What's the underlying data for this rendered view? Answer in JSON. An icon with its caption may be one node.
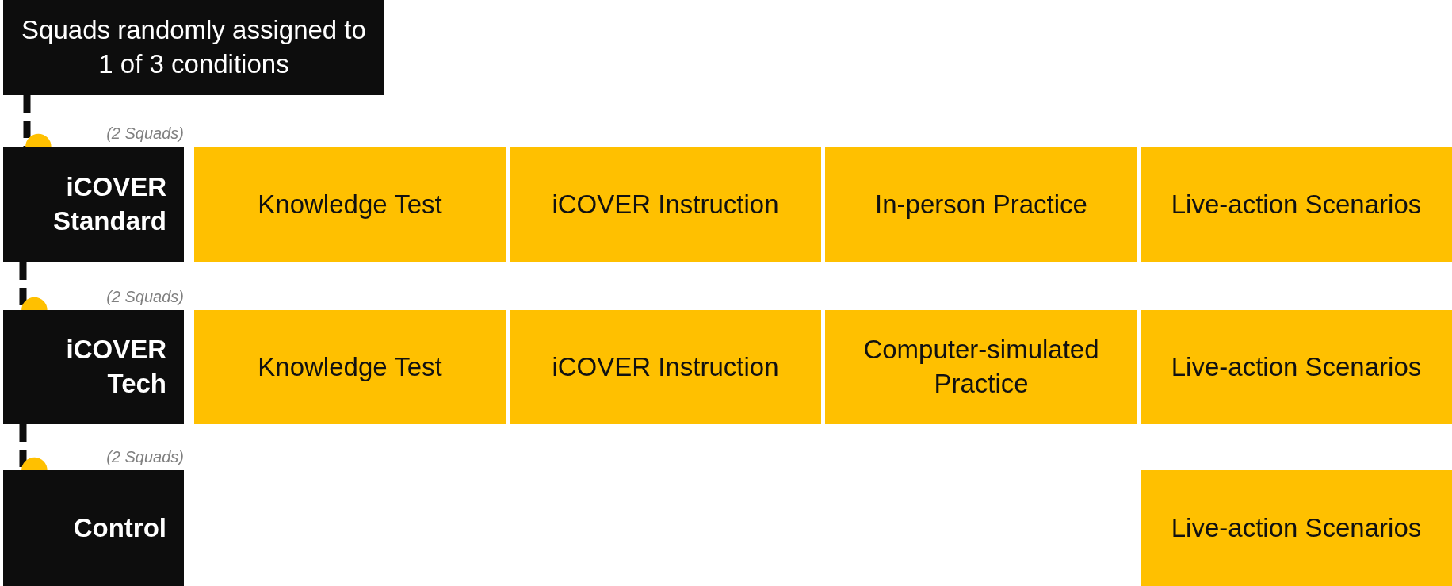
{
  "diagram": {
    "nodes": [
      {
        "text": [
          "Squads randomly assigned to 1 of 3 conditions"
        ]
      },
      {
        "text": [
          "iCOVER Standard"
        ],
        "beside": [
          "(2 Squads)"
        ]
      },
      {
        "text": [
          "Knowledge Test"
        ]
      },
      {
        "text": [
          "iCOVER Instruction"
        ]
      },
      {
        "text": [
          "In-person Practice"
        ]
      },
      {
        "text": [
          "Live-action Scenarios"
        ]
      },
      {
        "text": [
          "iCOVER Tech"
        ],
        "beside": [
          "(2 Squads)"
        ]
      },
      {
        "text": [
          "Knowledge Test"
        ]
      },
      {
        "text": [
          "iCOVER Instruction"
        ]
      },
      {
        "text": [
          "Computer-simulated Practice"
        ]
      },
      {
        "text": [
          "Live-action Scenarios"
        ]
      },
      {
        "text": [
          "Control"
        ],
        "beside": [
          "(2 Squads)"
        ]
      },
      {
        "text": [
          "Live-action Scenarios"
        ]
      }
    ],
    "edges": [
      {
        "from": 0,
        "to": 1,
        "arrow": "other",
        "style": "dashed"
      },
      {
        "from": 1,
        "to": 6,
        "arrow": "other",
        "style": "dashed"
      },
      {
        "from": 6,
        "to": 11,
        "arrow": "other",
        "style": "dashed"
      }
    ]
  }
}
